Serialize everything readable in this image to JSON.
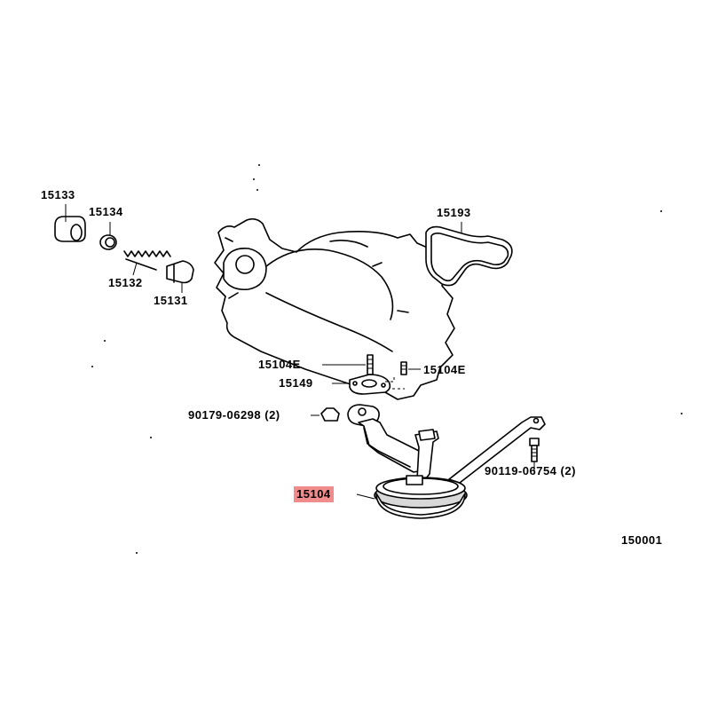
{
  "labels": {
    "p15133": "15133",
    "p15134": "15134",
    "p15132": "15132",
    "p15131": "15131",
    "p15193": "15193",
    "p15104E_left": "15104E",
    "p15104E_right": "15104E",
    "p15149": "15149",
    "p90179": "90179-06298 (2)",
    "p90119": "90119-06754 (2)",
    "p15104": "15104",
    "diagram_no": "150001"
  },
  "highlight_color": "#f08c8c"
}
